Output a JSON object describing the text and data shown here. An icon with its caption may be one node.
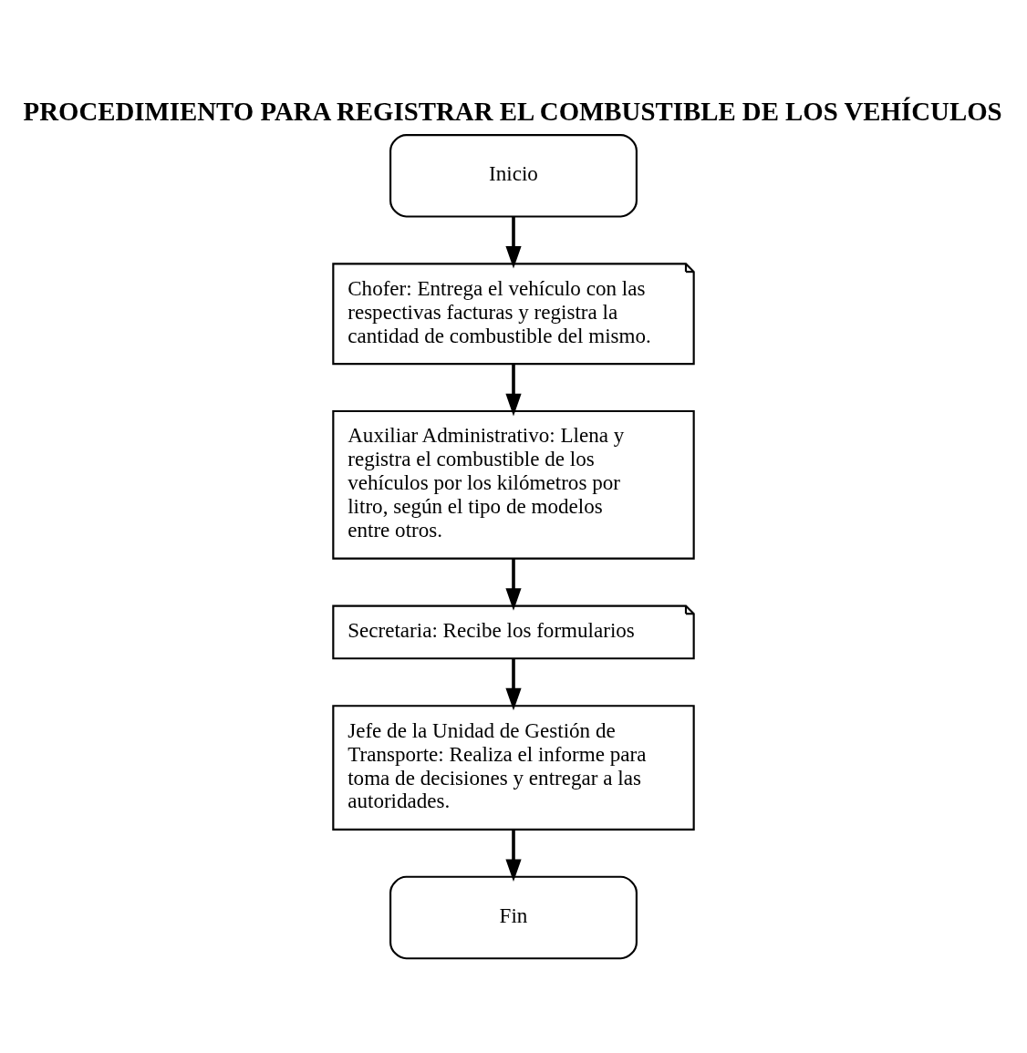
{
  "diagram": {
    "title": "PROCEDIMIENTO PARA REGISTRAR EL COMBUSTIBLE DE LOS VEHÍCULOS",
    "nodes": [
      {
        "text": [
          "Inicio"
        ]
      },
      {
        "text": [
          "Chofer: Entrega el vehículo con las respectivas facturas y registra la cantidad de combustible del mismo."
        ]
      },
      {
        "text": [
          "Auxiliar Administrativo: Llena y registra el combustible de los vehículos por los kilómetros por litro, según el tipo de modelos entre otros."
        ]
      },
      {
        "text": [
          "Secretaria: Recibe los formularios"
        ]
      },
      {
        "text": [
          "Jefe de la Unidad de Gestión de Transporte: Realiza el informe para toma de decisiones y entregar a las autoridades."
        ]
      },
      {
        "text": [
          "Fin"
        ]
      }
    ],
    "edges": [
      {
        "from": 0,
        "to": 1,
        "arrow": "to"
      },
      {
        "from": 1,
        "to": 2,
        "arrow": "to"
      },
      {
        "from": 2,
        "to": 3,
        "arrow": "to"
      },
      {
        "from": 3,
        "to": 4,
        "arrow": "to"
      },
      {
        "from": 4,
        "to": 5,
        "arrow": "to"
      }
    ]
  }
}
